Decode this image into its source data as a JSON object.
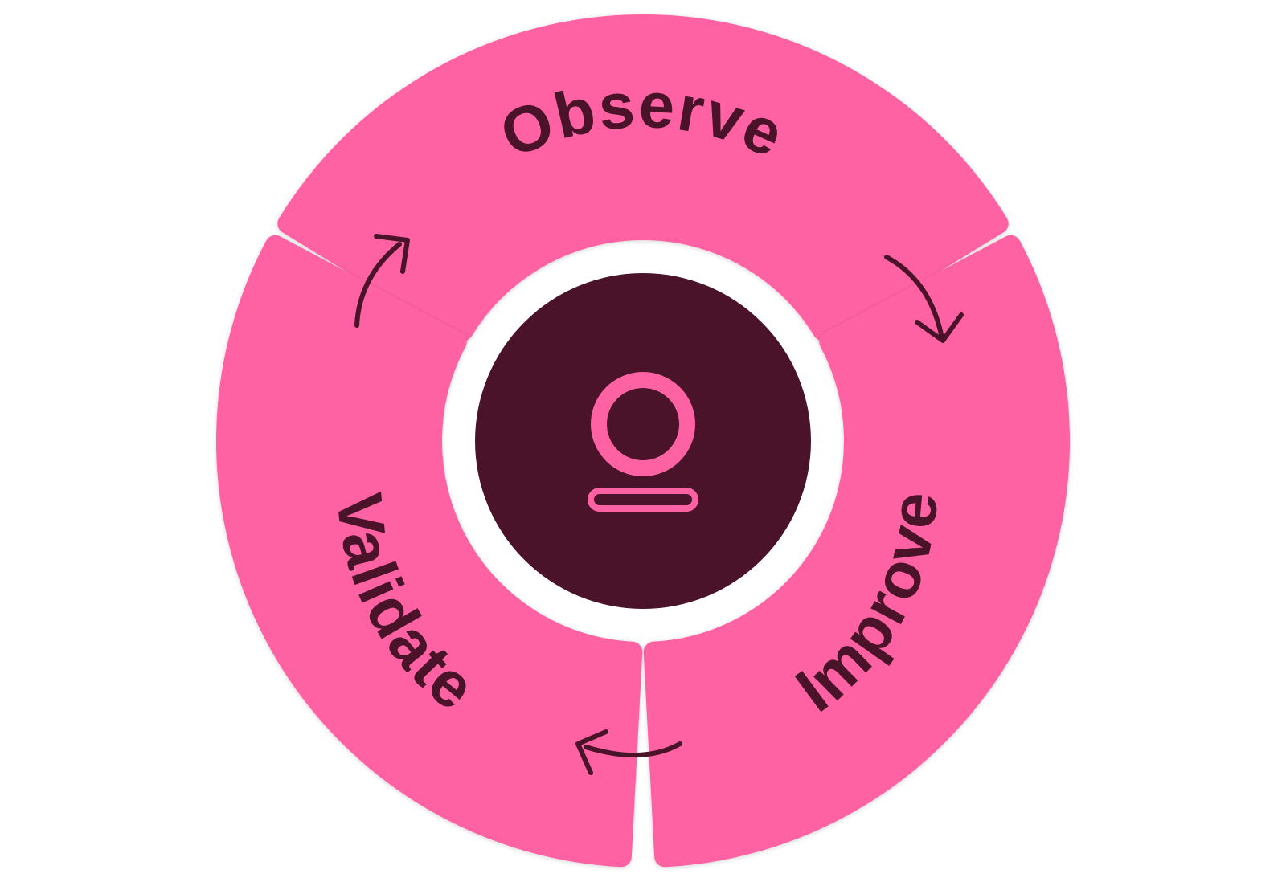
{
  "colors": {
    "background": "#ffffff",
    "segment": "#ff62a3",
    "ink": "#4a1329",
    "hub": "#4a1329",
    "hub_icon": "#ff62a3"
  },
  "cycle": {
    "segments": [
      {
        "id": "observe",
        "label": "Observe"
      },
      {
        "id": "improve",
        "label": "Improve"
      },
      {
        "id": "validate",
        "label": "Validate"
      }
    ],
    "center_icon": "person-avatar-icon",
    "arrow_icon": "cycle-arrow-icon"
  }
}
